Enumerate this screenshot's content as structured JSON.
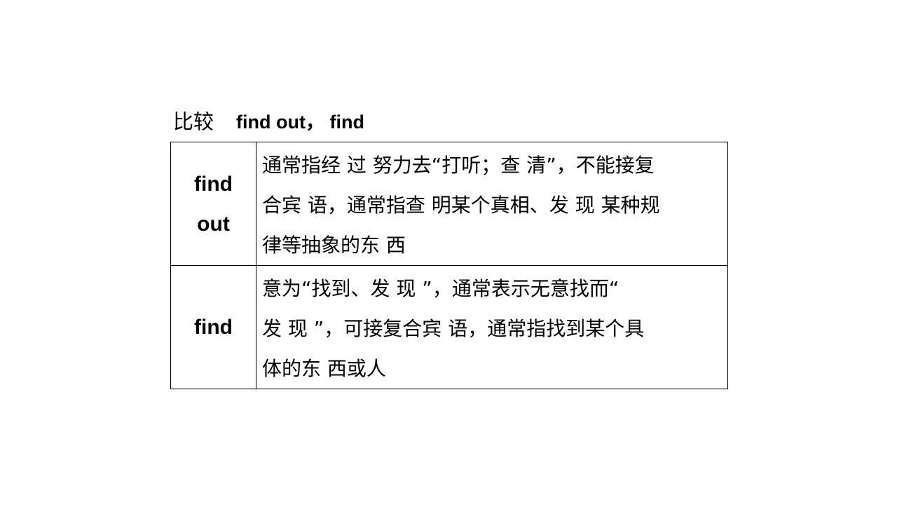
{
  "heading": {
    "cn": "比较",
    "en": "find out， find"
  },
  "rows": [
    {
      "term_lines": [
        "find",
        "out"
      ],
      "desc_lines": [
        "通常指经 过 努力去“打听；查 清”，不能接复",
        "合宾 语，通常指查 明某个真相、发 现 某种规",
        "律等抽象的东 西"
      ]
    },
    {
      "term_lines": [
        "find"
      ],
      "desc_lines": [
        "意为“找到、发 现 ”，通常表示无意找而“",
        "发 现 ”，可接复合宾 语，通常指找到某个具",
        "体的东 西或人"
      ]
    }
  ]
}
